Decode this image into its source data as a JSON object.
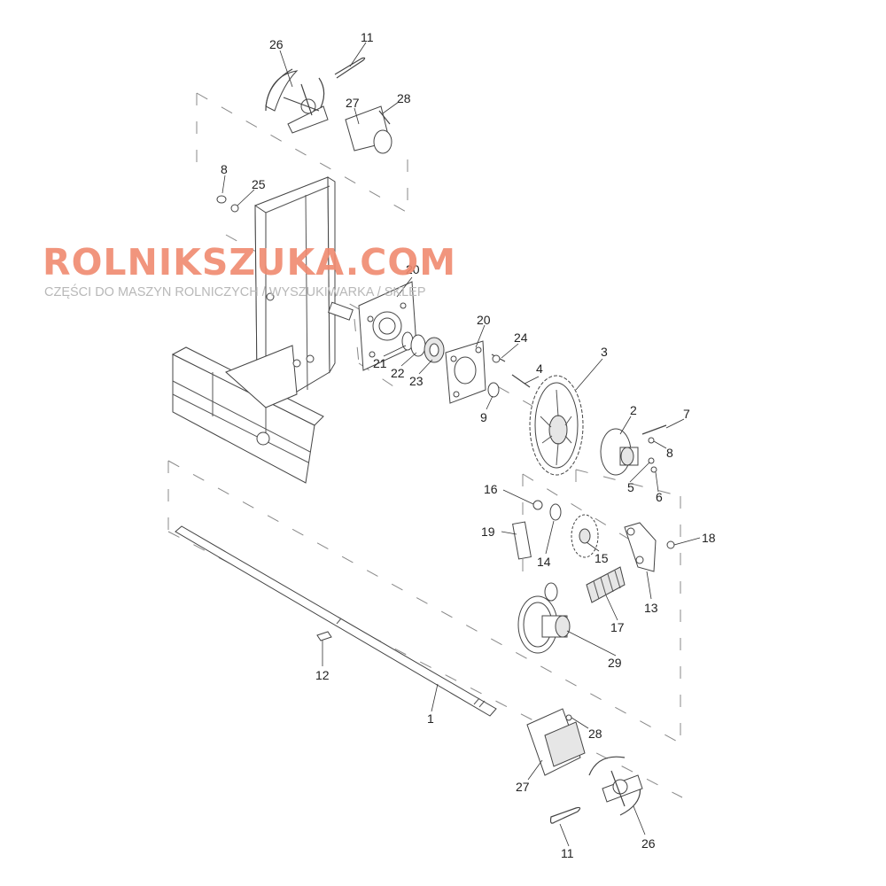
{
  "watermark": {
    "title": "ROLNIKSZUKA.COM",
    "subtitle": "CZĘŚCI DO MASZYN ROLNICZYCH / WYSZUKIWARKA / SKLEP"
  },
  "colors": {
    "watermark_title": "#f08a70",
    "watermark_subtitle": "#b8b8b8",
    "linework": "#444444"
  },
  "callouts": [
    {
      "id": "c26a",
      "text": "26"
    },
    {
      "id": "c11a",
      "text": "11"
    },
    {
      "id": "c27a",
      "text": "27"
    },
    {
      "id": "c28a",
      "text": "28"
    },
    {
      "id": "c8a",
      "text": "8"
    },
    {
      "id": "c25",
      "text": "25"
    },
    {
      "id": "c20a",
      "text": "20"
    },
    {
      "id": "c20b",
      "text": "20"
    },
    {
      "id": "c24",
      "text": "24"
    },
    {
      "id": "c3",
      "text": "3"
    },
    {
      "id": "c21",
      "text": "21"
    },
    {
      "id": "c22",
      "text": "22"
    },
    {
      "id": "c23",
      "text": "23"
    },
    {
      "id": "c4",
      "text": "4"
    },
    {
      "id": "c9",
      "text": "9"
    },
    {
      "id": "c2",
      "text": "2"
    },
    {
      "id": "c7",
      "text": "7"
    },
    {
      "id": "c8b",
      "text": "8"
    },
    {
      "id": "c5",
      "text": "5"
    },
    {
      "id": "c6",
      "text": "6"
    },
    {
      "id": "c16",
      "text": "16"
    },
    {
      "id": "c19",
      "text": "19"
    },
    {
      "id": "c14",
      "text": "14"
    },
    {
      "id": "c15",
      "text": "15"
    },
    {
      "id": "c18",
      "text": "18"
    },
    {
      "id": "c13",
      "text": "13"
    },
    {
      "id": "c17",
      "text": "17"
    },
    {
      "id": "c29",
      "text": "29"
    },
    {
      "id": "c12",
      "text": "12"
    },
    {
      "id": "c1",
      "text": "1"
    },
    {
      "id": "c28b",
      "text": "28"
    },
    {
      "id": "c27b",
      "text": "27"
    },
    {
      "id": "c26b",
      "text": "26"
    },
    {
      "id": "c11b",
      "text": "11"
    }
  ]
}
